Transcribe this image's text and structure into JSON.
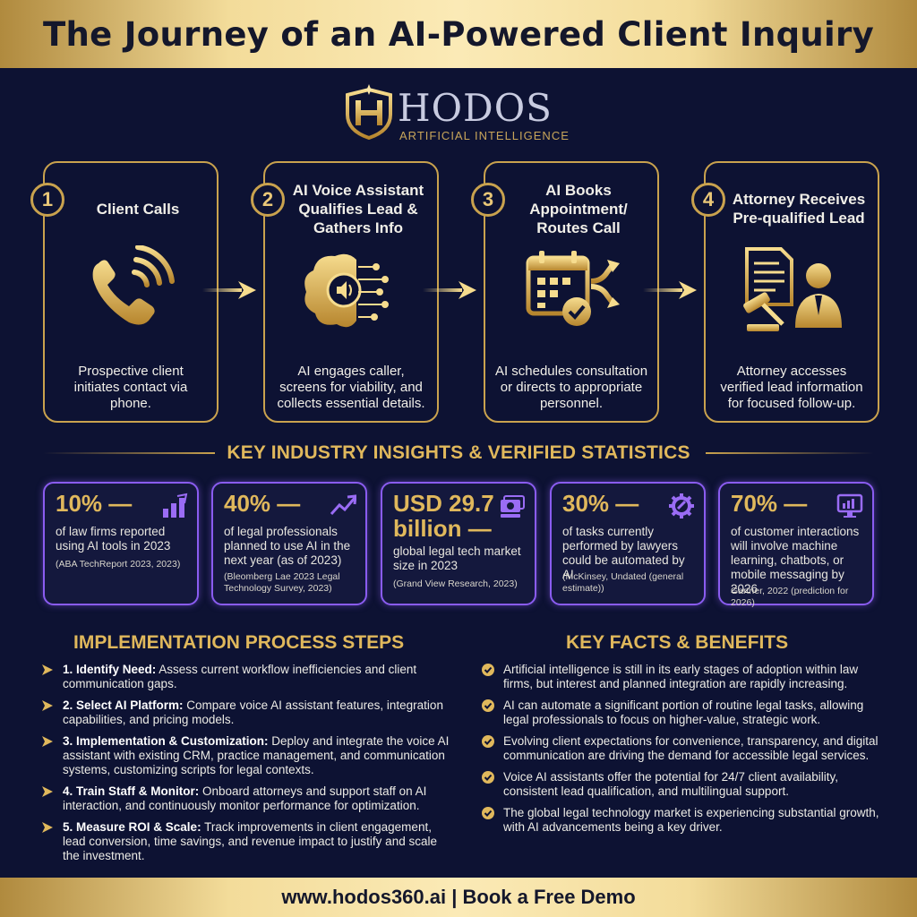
{
  "header": {
    "title": "The Journey of an AI-Powered Client Inquiry"
  },
  "logo": {
    "name": "HODOS",
    "tagline": "ARTIFICIAL INTELLIGENCE"
  },
  "steps": [
    {
      "number": "1",
      "title": "Client Calls",
      "description": "Prospective client initiates contact via phone.",
      "icon": "phone-icon"
    },
    {
      "number": "2",
      "title": "AI Voice Assistant Qualifies Lead & Gathers Info",
      "description": "AI engages caller, screens for viability, and collects essential details.",
      "icon": "ai-brain-icon"
    },
    {
      "number": "3",
      "title": "AI Books Appointment/ Routes Call",
      "description": "AI schedules consultation or directs to appropriate personnel.",
      "icon": "calendar-route-icon"
    },
    {
      "number": "4",
      "title": "Attorney Receives Pre-qualified Lead",
      "description": "Attorney accesses verified lead information for focused follow-up.",
      "icon": "attorney-icon"
    }
  ],
  "insights": {
    "title": "KEY INDUSTRY INSIGHTS & VERIFIED STATISTICS",
    "stats": [
      {
        "value": "10% —",
        "text": "of law firms reported using AI tools in 2023",
        "source": "(ABA TechReport 2023, 2023)",
        "icon": "bar-chart-icon"
      },
      {
        "value": "40% —",
        "text": "of legal professionals planned to use AI in the next year (as of 2023)",
        "source": "(Bleomberg Lae 2023 Legal Technology Survey, 2023)",
        "icon": "trend-up-icon"
      },
      {
        "value": "USD 29.7 billion —",
        "text": "global legal tech market size in 2023",
        "source": "(Grand View Research, 2023)",
        "icon": "money-icon"
      },
      {
        "value": "30% —",
        "text": "of tasks currently performed by lawyers could be automated by AI",
        "source": "(McKinsey, Undated (general estimate))",
        "icon": "gear-icon"
      },
      {
        "value": "70% —",
        "text": "of customer interactions will involve machine learning, chatbots, or mobile messaging by 2026",
        "source": "Gartner, 2022 (prediction for 2026)",
        "icon": "monitor-icon"
      }
    ]
  },
  "implementation": {
    "title": "IMPLEMENTATION PROCESS STEPS",
    "items": [
      {
        "label": "1. Identify Need:",
        "text": " Assess current workflow inefficiencies and client communication gaps."
      },
      {
        "label": "2. Select AI Platform:",
        "text": " Compare voice AI assistant features, integration capabilities, and pricing models."
      },
      {
        "label": "3. Implementation & Customization:",
        "text": " Deploy and integrate the voice AI assistant with existing CRM, practice management, and communication systems, customizing scripts for legal contexts."
      },
      {
        "label": "4. Train Staff & Monitor:",
        "text": " Onboard attorneys and support staff on AI interaction, and continuously monitor performance for optimization."
      },
      {
        "label": "5. Measure ROI & Scale:",
        "text": " Track improvements in client engagement, lead conversion, time savings, and revenue impact to justify and scale the investment."
      }
    ]
  },
  "benefits": {
    "title": "KEY FACTS & BENEFITS",
    "items": [
      "Artificial intelligence is still in its early stages of adoption within law firms, but interest and planned integration are rapidly increasing.",
      "AI can automate a significant portion of routine legal tasks, allowing legal professionals to focus on higher-value, strategic work.",
      "Evolving client expectations for convenience, transparency, and digital communication are driving the demand for accessible legal services.",
      "Voice AI assistants offer the potential for 24/7 client availability, consistent lead qualification, and multilingual support.",
      "The global legal technology market is experiencing substantial growth, with AI advancements being a key driver."
    ]
  },
  "footer": {
    "text": "www.hodos360.ai | Book a Free Demo"
  },
  "colors": {
    "gold": "#c9a24e",
    "navy": "#0d1233",
    "purple": "#8a5cf0"
  }
}
